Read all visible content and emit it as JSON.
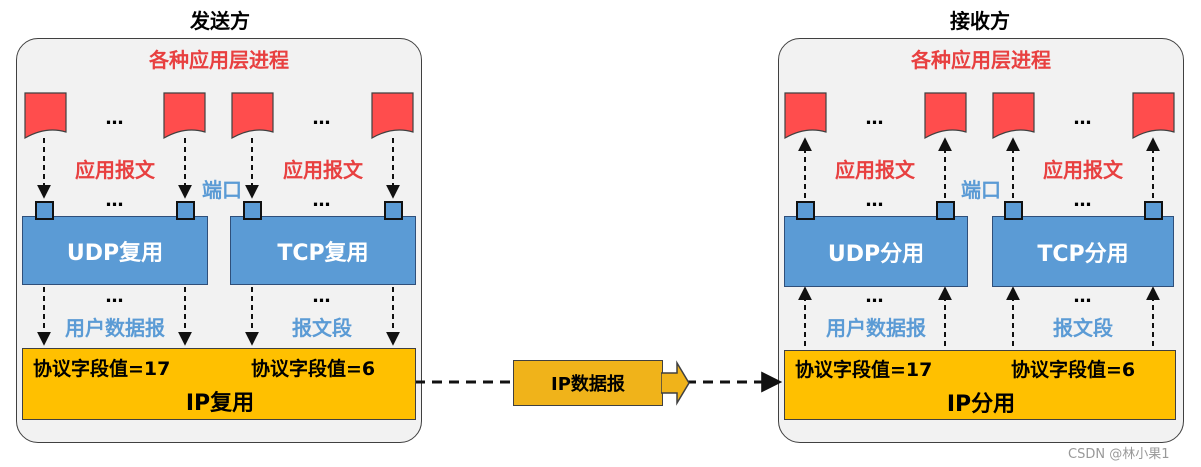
{
  "sender": {
    "title": "发送方",
    "processes_label": "各种应用层进程",
    "udp_group": {
      "app_message": "应用报文",
      "box": "UDP复用",
      "segment_label": "用户数据报"
    },
    "tcp_group": {
      "app_message": "应用报文",
      "box": "TCP复用",
      "segment_label": "报文段"
    },
    "port_label": "端口",
    "ip": {
      "udp_field": "协议字段值=17",
      "tcp_field": "协议字段值=6",
      "main": "IP复用"
    }
  },
  "receiver": {
    "title": "接收方",
    "processes_label": "各种应用层进程",
    "udp_group": {
      "app_message": "应用报文",
      "box": "UDP分用",
      "segment_label": "用户数据报"
    },
    "tcp_group": {
      "app_message": "应用报文",
      "box": "TCP分用",
      "segment_label": "报文段"
    },
    "port_label": "端口",
    "ip": {
      "udp_field": "协议字段值=17",
      "tcp_field": "协议字段值=6",
      "main": "IP分用"
    }
  },
  "link": {
    "label": "IP数据报"
  },
  "ellipsis": "…",
  "watermark": "CSDN @林小果1",
  "colors": {
    "red": "#e84040",
    "blue": "#5b9bd5",
    "ip_yellow": "#ffc000",
    "datagram_orange": "#f0b31a",
    "panel_bg": "#f2f2f2"
  }
}
